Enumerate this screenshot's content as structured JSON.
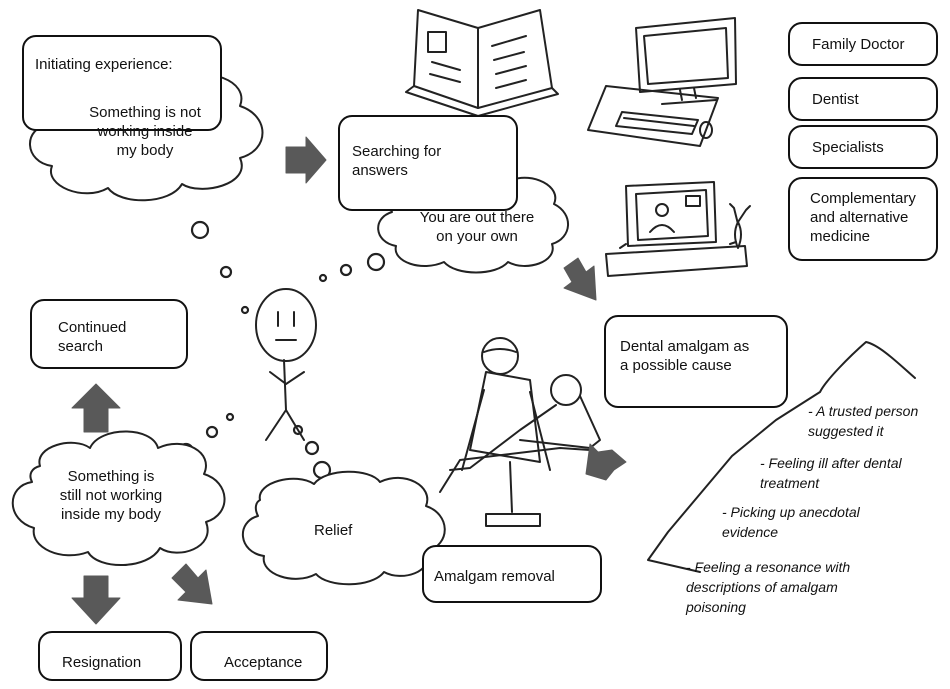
{
  "journey": {
    "initiating_label": "Initiating experience:",
    "cloud_body": [
      "Something is not",
      "working inside",
      "my body"
    ],
    "searching": [
      "Searching for",
      "answers"
    ],
    "alone": [
      "You are out there",
      "on your own"
    ],
    "dental_cause": [
      "Dental amalgam as",
      "a possible cause"
    ],
    "removal": "Amalgam removal",
    "relief": "Relief",
    "still_not": [
      "Something is",
      "still not working",
      "inside my body"
    ],
    "continued": [
      "Continued",
      "search"
    ],
    "resignation": "Resignation",
    "acceptance": "Acceptance"
  },
  "providers": [
    "Family Doctor",
    "Dentist",
    "Specialists",
    "Complementary and alternative medicine"
  ],
  "reasons": [
    [
      "- A trusted person",
      "suggested it"
    ],
    [
      "- Feeling ill after dental",
      "treatment"
    ],
    [
      "- Picking up anecdotal",
      "evidence"
    ],
    [
      "- Feeling a resonance with",
      "descriptions of amalgam",
      "poisoning"
    ]
  ],
  "colors": {
    "line": "#111111",
    "arrow": "#595959",
    "background": "#ffffff"
  }
}
